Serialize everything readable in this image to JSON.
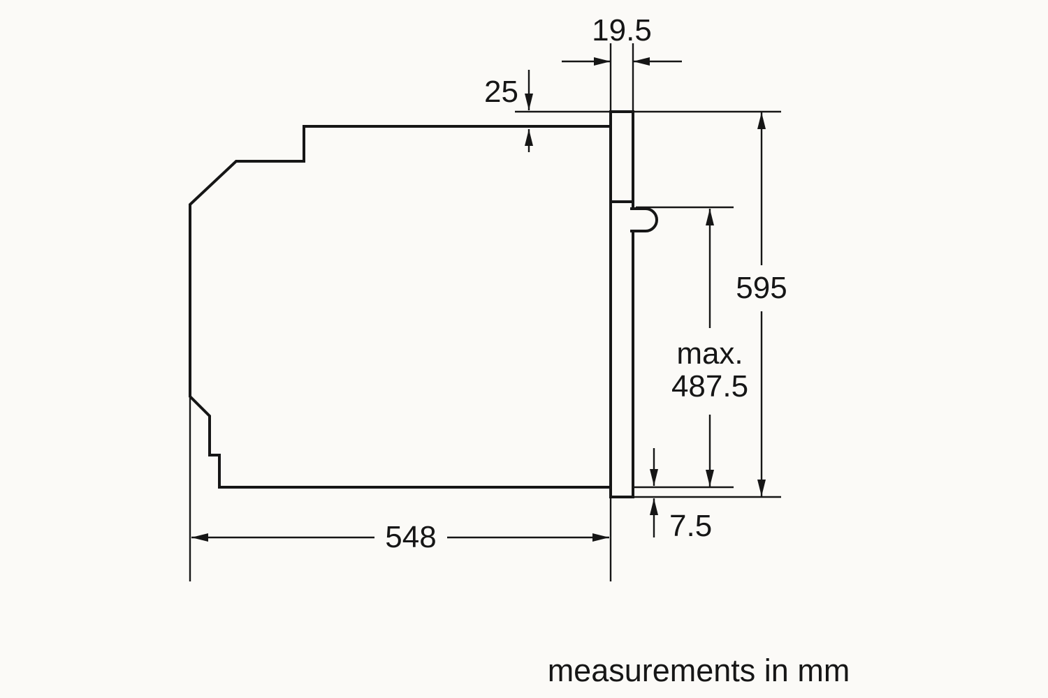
{
  "colors": {
    "background": "#fbfaf7",
    "ink": "#161616"
  },
  "diagram": {
    "dims": {
      "door_thickness": "19.5",
      "top_recess": "25",
      "front_height": "595",
      "max_label": "max.",
      "max_value": "487.5",
      "bottom_overhang": "7.5",
      "body_depth": "548"
    },
    "footer_note": "measurements in mm"
  }
}
